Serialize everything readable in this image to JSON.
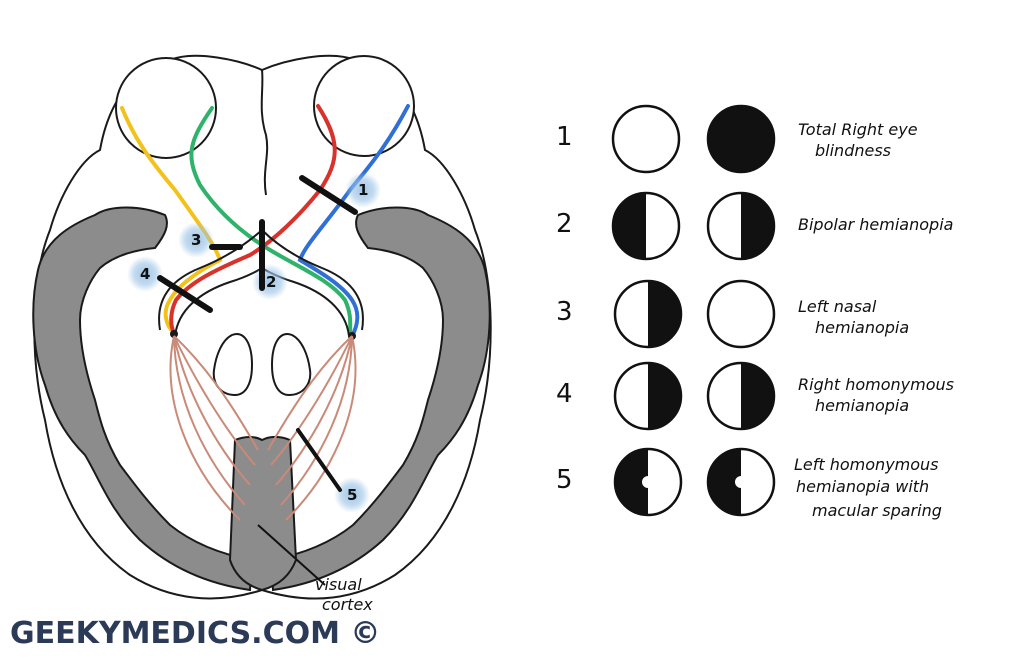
{
  "lesions": [
    {
      "number": "1",
      "description": [
        "Total Right eye",
        "blindness"
      ],
      "left_field": "full",
      "right_field": "blind"
    },
    {
      "number": "2",
      "description": [
        "Bipolar hemianopia"
      ],
      "left_field": "left-half-dark",
      "right_field": "right-half-dark"
    },
    {
      "number": "3",
      "description": [
        "Left nasal",
        "hemianopia"
      ],
      "left_field": "right-half-dark",
      "right_field": "full"
    },
    {
      "number": "4",
      "description": [
        "Right homonymous",
        "hemianopia"
      ],
      "left_field": "right-half-dark",
      "right_field": "right-half-dark"
    },
    {
      "number": "5",
      "description": [
        "Left homonymous",
        "hemianopia with",
        "macular sparing"
      ],
      "left_field": "left-half-dark-macular",
      "right_field": "left-half-dark-macular"
    }
  ],
  "cortex_label": [
    "visual",
    "cortex"
  ],
  "watermark": "GEEKYMEDICS.COM ©",
  "colors": {
    "temporal_left": "#f2c21b",
    "nasal_left": "#2fb36b",
    "nasal_right": "#d8322c",
    "temporal_right": "#2f6fd6",
    "radiation": "#c98a78",
    "cortex": "#8c8c8c",
    "lesion_glow": "#9cc3e6",
    "watermark": "#2b3a57"
  }
}
